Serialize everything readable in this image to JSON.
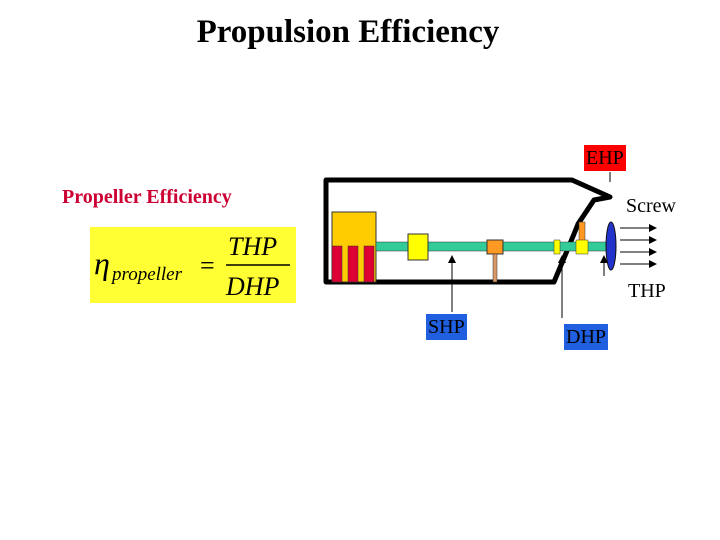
{
  "title": "Propulsion Efficiency",
  "subheading": "Propeller Efficiency",
  "formula": {
    "eta": "η",
    "subscript": "propeller",
    "equals": "=",
    "numerator": "THP",
    "denominator": "DHP"
  },
  "labels": {
    "ehp": "EHP",
    "screw": "Screw",
    "thp": "THP",
    "shp": "SHP",
    "dhp": "DHP"
  },
  "colors": {
    "subheading": "#cc0033",
    "formula_bg": "#ffff33",
    "ehp_bg": "#ff0000",
    "shp_bg": "#1f5fe0",
    "dhp_bg": "#1f5fe0",
    "shaft": "#33cc99",
    "engine_block": "#ffcc00",
    "engine_cylinders": "#dd0033",
    "propeller": "#2233cc",
    "hull": "#000000"
  }
}
